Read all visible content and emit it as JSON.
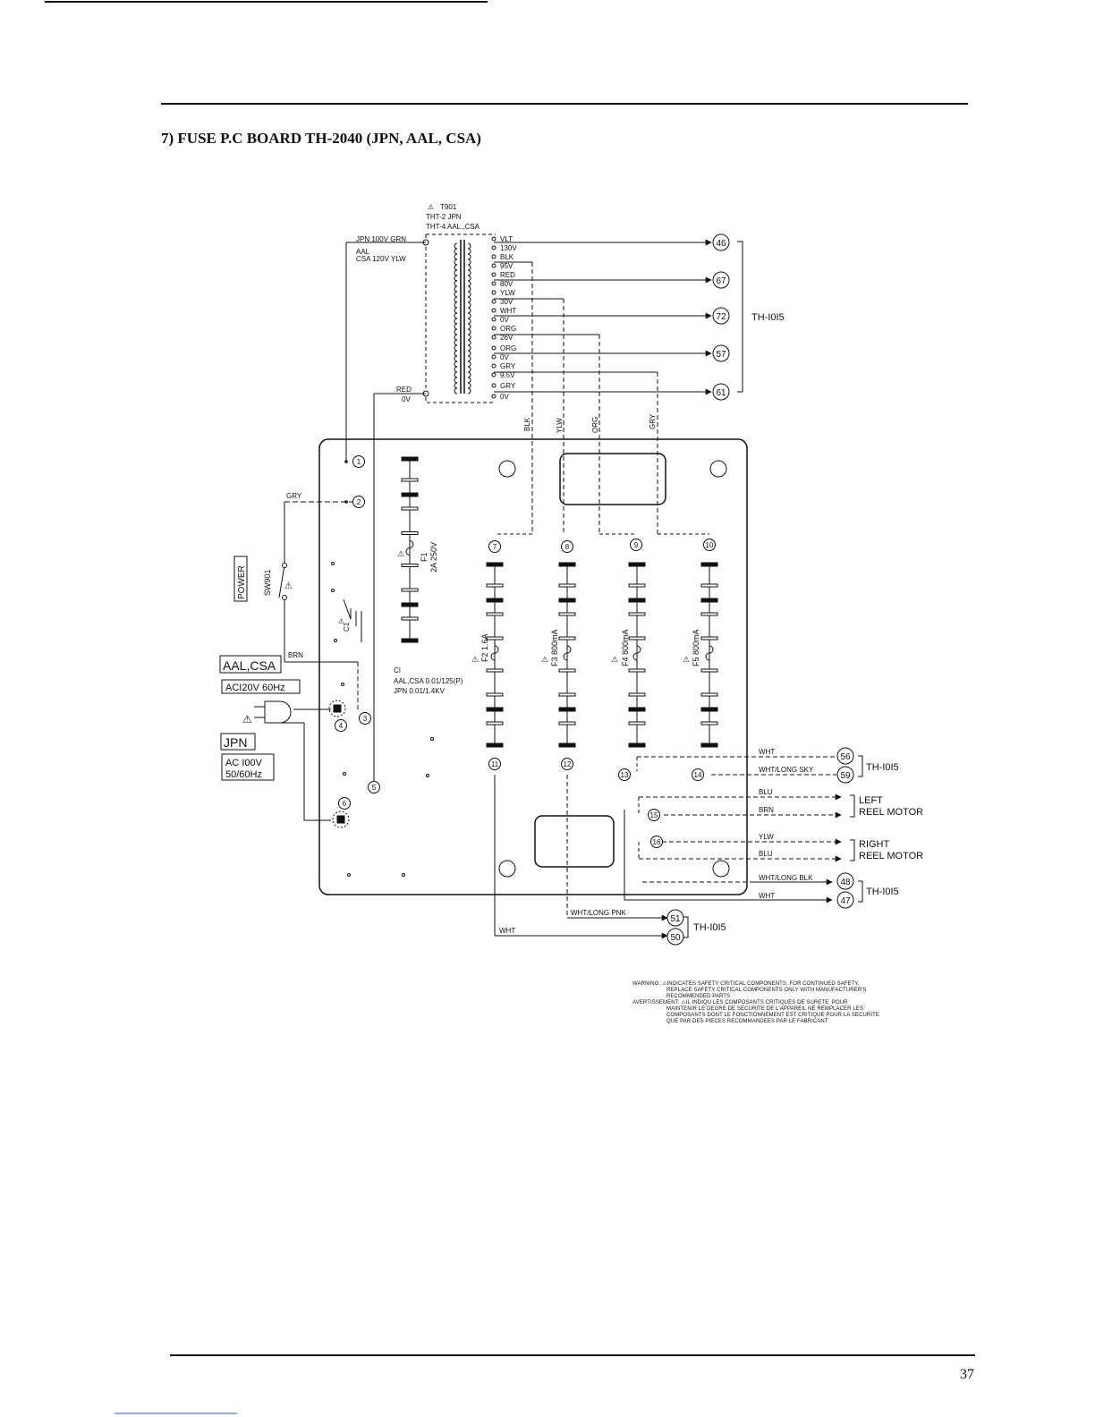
{
  "header": {
    "title": "7) FUSE P.C BOARD TH-2040 (JPN, AAL, CSA)"
  },
  "page": {
    "number": "37"
  },
  "transformer": {
    "ref": "T901",
    "model_jpn": "THT-2 JPN",
    "model_aal": "THT-4 AAL.,CSA",
    "primary": {
      "jpn_label": "JPN 100V GRN",
      "aal_label": "AAL",
      "csa_label": "CSA  120V YLW",
      "red": "RED",
      "ov": "0V"
    },
    "taps": [
      {
        "id": "t1",
        "label": "VLT"
      },
      {
        "id": "t2",
        "label": "130V"
      },
      {
        "id": "t3",
        "label": "BLK"
      },
      {
        "id": "t4",
        "label": "95V"
      },
      {
        "id": "t5",
        "label": "RED"
      },
      {
        "id": "t6",
        "label": "80V"
      },
      {
        "id": "t7",
        "label": "YLW"
      },
      {
        "id": "t8",
        "label": "30V"
      },
      {
        "id": "t9",
        "label": "WHT"
      },
      {
        "id": "t10",
        "label": "0V"
      },
      {
        "id": "t11",
        "label": "ORG"
      },
      {
        "id": "t12",
        "label": "26V"
      },
      {
        "id": "t13",
        "label": "ORG"
      },
      {
        "id": "t14",
        "label": "0V"
      },
      {
        "id": "t15",
        "label": "GRY"
      },
      {
        "id": "t16",
        "label": "9.5V"
      },
      {
        "id": "t17",
        "label": "GRY"
      },
      {
        "id": "t18",
        "label": "0V"
      }
    ]
  },
  "connectors_top": {
    "c46": "46",
    "c67": "67",
    "c72": "72",
    "c57": "57",
    "c61": "61",
    "group_label": "TH-I0I5"
  },
  "vertical_wires": {
    "blk": "BLK",
    "ylw": "YLW",
    "org": "ORG",
    "gry": "GRY"
  },
  "left_side": {
    "gry": "GRY",
    "brn": "BRN",
    "power_label": "POWER",
    "switch_ref": "SW901",
    "aal_csa_box": "AAL,CSA",
    "ac120_box": "ACI20V 60Hz",
    "jpn_box": "JPN",
    "ac100_line1": "AC I00V",
    "ac100_line2": "50/60Hz"
  },
  "board": {
    "pins": {
      "p1": "1",
      "p2": "2",
      "p3": "3",
      "p4": "4",
      "p5": "5",
      "p6": "6",
      "p7": "7",
      "p8": "8",
      "p9": "9",
      "p10": "10",
      "p11": "11",
      "p12": "12",
      "p13": "13",
      "p14": "14",
      "p15": "15",
      "p16": "16"
    },
    "fuses": {
      "f1": "F1",
      "f1_rating": "2A 250V",
      "f2": "F2  1.6A",
      "f3": "F3  800mA",
      "f4": "F4  800mA",
      "f5": "F5  800mA"
    },
    "cap_ref": "C1",
    "cap_note_1": "CI",
    "cap_note_2": "AAL,CSA 0.01/125(P)",
    "cap_note_3": "JPN   0.01/1.4KV"
  },
  "right_side": {
    "wht": "WHT",
    "wht_long_sky": "WHT/LONG SKY",
    "c56": "56",
    "c59": "59",
    "th_a": "TH-I0I5",
    "blu1": "BLU",
    "brn": "BRN",
    "left_reel_1": "LEFT",
    "left_reel_2": "REEL  MOTOR",
    "ylw": "YLW",
    "blu2": "BLU",
    "right_reel_1": "RIGHT",
    "right_reel_2": "REEL  MOTOR",
    "wht_long_blk": "WHT/LONG BLK",
    "wht2": "WHT",
    "c48": "48",
    "c47": "47",
    "th_b": "TH-I0I5"
  },
  "bottom": {
    "wht_long_pnk": "WHT/LONG PNK",
    "wht": "WHT",
    "c51": "51",
    "c50": "50",
    "th_c": "TH-I0I5"
  },
  "warning": {
    "line1": "WARNING: ⚠INDICATES SAFETY CRITICAL COMPONENTS. FOR CONTINUED SAFETY,",
    "line2": "REPLACE SAFETY CRITICAL COMPONENTS ONLY WITH MANUFACTURER'S",
    "line3": "RECOMMENDED PARTS",
    "line4": "AVERTISSEMENT: ⚠IL INDIQU LES COMPOSANTS CRITIQUES DE SURETE. POUR",
    "line5": "MAINTENIR LE DEGRE DE SECURITE DE L'APPAREIL NE REMPLACER LES",
    "line6": "COMPOSANTS DONT LE FONCTIONNEMENT EST CRITIQUE POUR LA SECURITE",
    "line7": "QUE PAR DES PIECES RECOMMANDEES PAR LE FABRICANT"
  }
}
